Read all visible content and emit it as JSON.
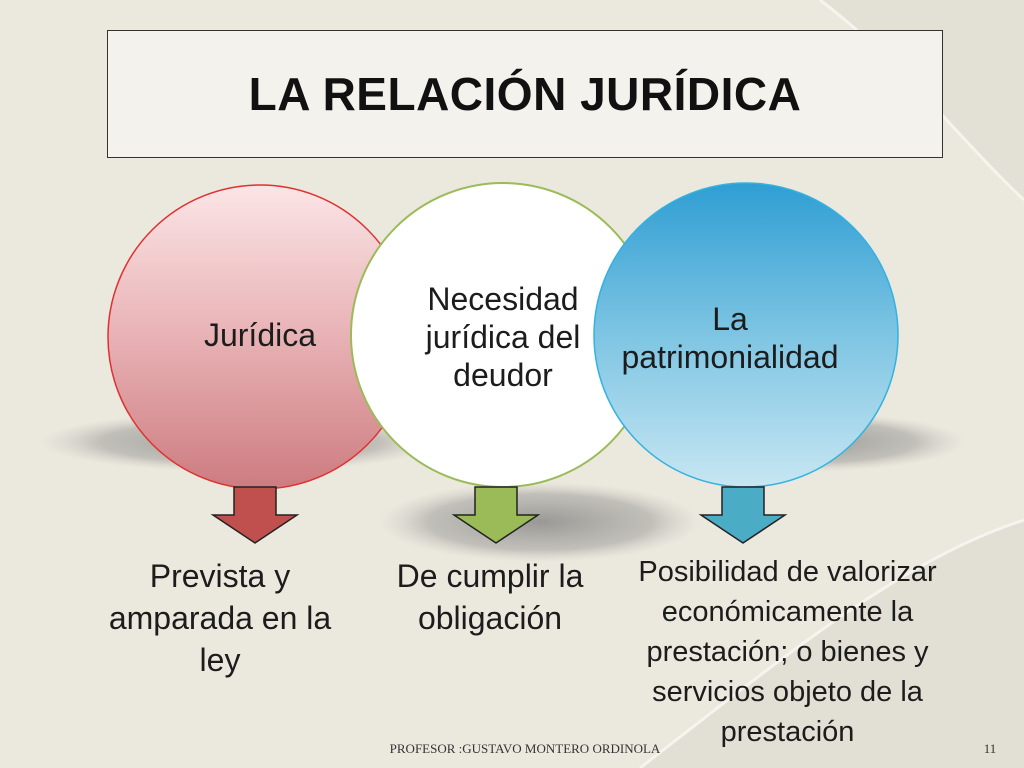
{
  "slide": {
    "title": "LA RELACIÓN JURÍDICA",
    "footer": "PROFESOR :GUSTAVO MONTERO ORDINOLA",
    "page_number": "11"
  },
  "circles": [
    {
      "label": "Jurídica",
      "color": "#d57a80"
    },
    {
      "label": "Necesidad jurídica del deudor",
      "color": "#ffffff"
    },
    {
      "label": "La patrimonialidad",
      "color": "#7fc3dd"
    }
  ],
  "arrows": [
    {
      "color": "#c0504d"
    },
    {
      "color": "#9bbb59"
    },
    {
      "color": "#4bacc6"
    }
  ],
  "descriptions": [
    {
      "text": "Prevista y amparada en la ley"
    },
    {
      "text": "De cumplir la obligación"
    },
    {
      "text": "Posibilidad de valorizar económicamente la prestación; o bienes y servicios objeto de la prestación"
    }
  ]
}
